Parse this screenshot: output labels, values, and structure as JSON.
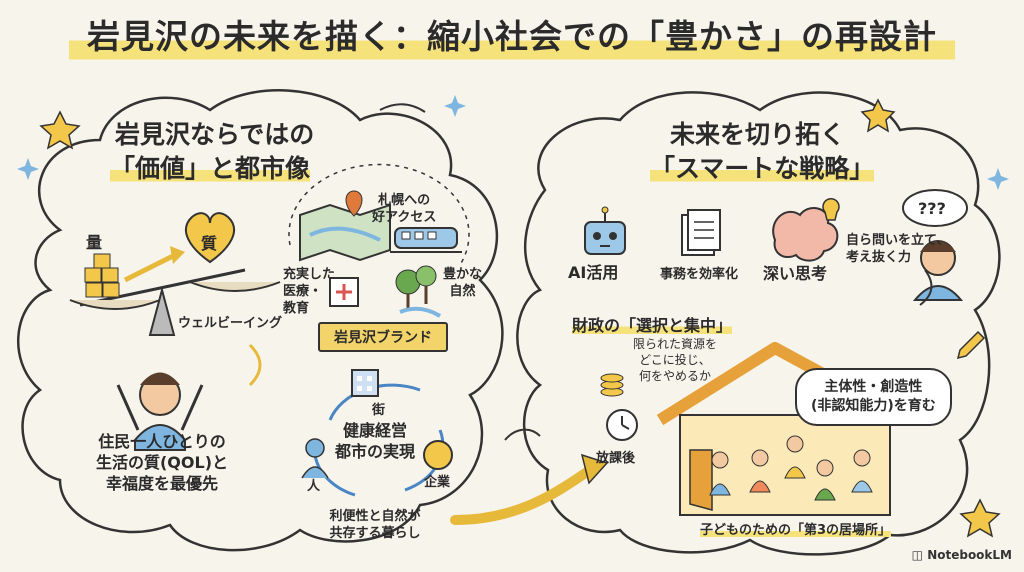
{
  "title": "岩見沢の未来を描く：縮小社会での「豊かさ」の再設計",
  "left": {
    "heading_line1": "岩見沢ならではの",
    "heading_line2": "「価値」と都市像",
    "scale_quantity": "量",
    "scale_quality": "質",
    "wellbeing": "ウェルビーイング",
    "qol_line1": "住民一人ひとりの",
    "qol_line2": "生活の質(QOL)と",
    "qol_line3": "幸福度を最優先",
    "map_access_line1": "札幌への",
    "map_access_line2": "好アクセス",
    "map_medical_line1": "充実した",
    "map_medical_line2": "医療・",
    "map_medical_line3": "教育",
    "map_nature_line1": "豊かな",
    "map_nature_line2": "自然",
    "brand": "岩見沢ブランド",
    "cycle_town": "街",
    "cycle_center_line1": "健康経営",
    "cycle_center_line2": "都市の実現",
    "cycle_people": "人",
    "cycle_company": "企業",
    "coexist_line1": "利便性と自然が",
    "coexist_line2": "共存する暮らし"
  },
  "right": {
    "heading_line1": "未来を切り拓く",
    "heading_line2": "「スマートな戦略」",
    "ai": "AI活用",
    "efficiency": "事務を効率化",
    "deep_thinking": "深い思考",
    "think_line1": "自ら問いを立て、",
    "think_line2": "考え抜く力",
    "question_marks": "???",
    "finance": "財政の「選択と集中」",
    "resources_line1": "限られた資源を",
    "resources_line2": "どこに投じ、",
    "resources_line3": "何をやめるか",
    "after_school": "放課後",
    "bubble_line1": "主体性・創造性",
    "bubble_line2": "(非認知能力)を育む",
    "third_place": "子どものための「第3の居場所」"
  },
  "credit": "NotebookLM",
  "colors": {
    "highlight": "#f6e27a",
    "background": "#f7f4ec",
    "ink": "#2b2b2b",
    "sky": "#7fb6e0",
    "green": "#6aa84f"
  }
}
